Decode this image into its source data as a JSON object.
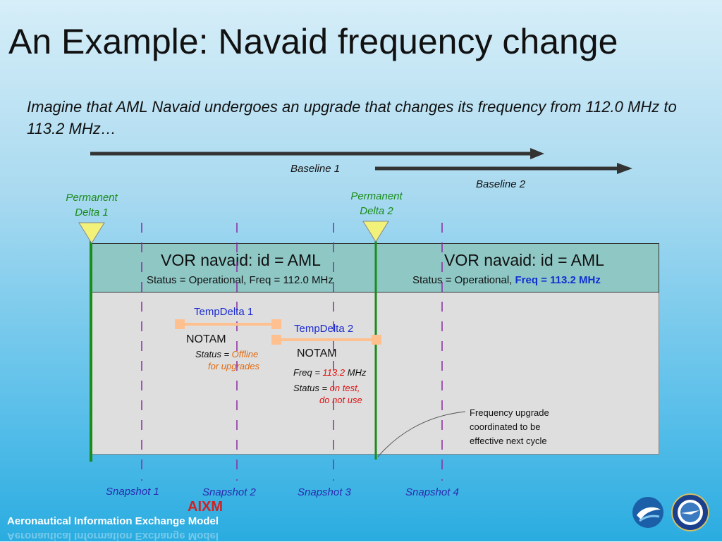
{
  "slide": {
    "title": "An Example:  Navaid frequency change",
    "subtitle": "Imagine that AML Navaid undergoes an upgrade that changes its frequency from 112.0 MHz to 113.2 MHz…"
  },
  "baselines": [
    {
      "label": "Baseline 1"
    },
    {
      "label": "Baseline 2"
    }
  ],
  "permanent_deltas": [
    {
      "label_line1": "Permanent",
      "label_line2": "Delta 1"
    },
    {
      "label_line1": "Permanent",
      "label_line2": "Delta 2"
    }
  ],
  "vor_left": {
    "title": "VOR navaid: id = AML",
    "status": "Status = Operational, Freq = 112.0 MHz"
  },
  "vor_right": {
    "title": "VOR navaid: id = AML",
    "status_prefix": "Status = Operational, ",
    "status_freq": "Freq = 113.2 MHz"
  },
  "temp_delta_1": {
    "label": "TempDelta 1",
    "notam": "NOTAM",
    "status_prefix": "Status = ",
    "status_value_line1": "Offline",
    "status_value_line2": "for upgrades"
  },
  "temp_delta_2": {
    "label": "TempDelta 2",
    "notam": "NOTAM",
    "freq_prefix": "Freq = ",
    "freq_value": "113.2",
    "freq_unit": " MHz",
    "status_prefix": "Status = ",
    "status_value_line1": "on test,",
    "status_value_line2": "do not use"
  },
  "note": {
    "line1": "Frequency upgrade",
    "line2": "coordinated to be",
    "line3": "effective next cycle"
  },
  "snapshots": [
    {
      "label": "Snapshot 1"
    },
    {
      "label": "Snapshot 2"
    },
    {
      "label": "Snapshot 3"
    },
    {
      "label": "Snapshot 4"
    }
  ],
  "footer": {
    "brand": "AIXM",
    "text": "Aeronautical Information Exchange Model"
  },
  "colors": {
    "permanent_line": "#1a8c1a",
    "snapshot_line": "#8a2aa0",
    "temp_bar": "#ffc090",
    "header": "#8ec7c4"
  }
}
